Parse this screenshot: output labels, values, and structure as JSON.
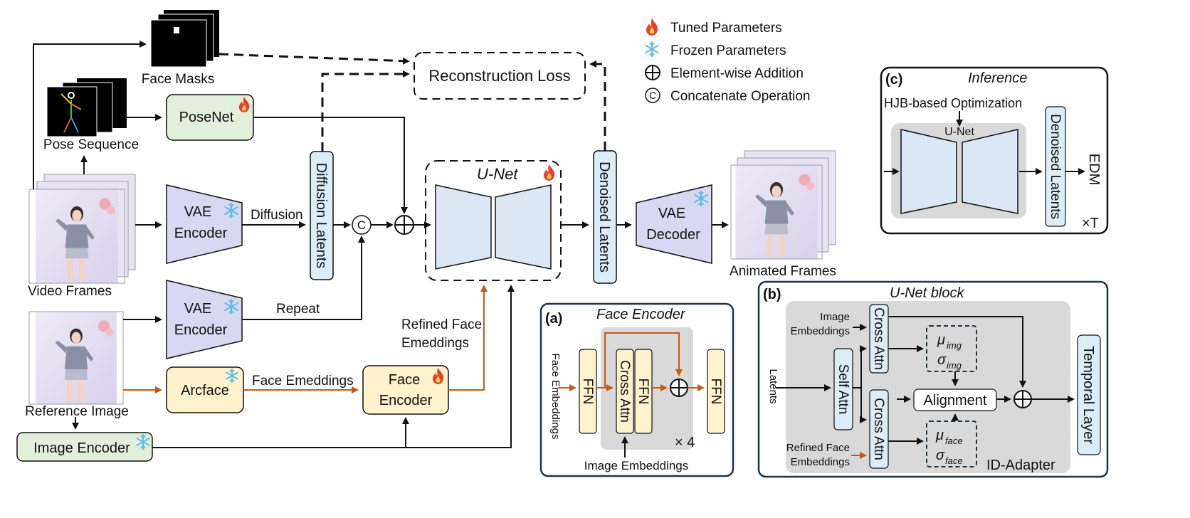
{
  "legend": {
    "tuned": "Tuned Parameters",
    "frozen": "Frozen Parameters",
    "add": "Element-wise Addition",
    "concat": "Concatenate Operation",
    "concat_symbol": "C"
  },
  "inputs": {
    "face_masks": "Face Masks",
    "pose_sequence": "Pose Sequence",
    "video_frames": "Video Frames",
    "reference_image": "Reference Image",
    "animated_frames": "Animated Frames"
  },
  "blocks": {
    "posenet": "PoseNet",
    "reconstruction_loss": "Reconstruction Loss",
    "vae": "VAE",
    "encoder": "Encoder",
    "decoder": "Decoder",
    "diffusion_latents": "Diffusion Latents",
    "denoised_latents": "Denoised Latents",
    "unet": "U-Net",
    "arcface": "Arcface",
    "face": "Face",
    "image_encoder": "Image Encoder"
  },
  "edges": {
    "diffusion": "Diffusion",
    "repeat": "Repeat",
    "refined_face_1": "Refined Face",
    "refined_face_2": "Emeddings",
    "face_emeddings": "Face Emeddings"
  },
  "panel_a": {
    "tag": "(a)",
    "title": "Face Encoder",
    "input": "Face Embeddings",
    "ffn": "FFN",
    "cross_attn": "Cross Attn",
    "repeat": "× 4",
    "image_embeddings": "Image Embeddings"
  },
  "panel_b": {
    "tag": "(b)",
    "title": "U-Net block",
    "image_emb_1": "Image",
    "image_emb_2": "Embeddings",
    "latents": "Latents",
    "self_attn": "Self Attn",
    "cross_attn": "Cross Attn",
    "mu": "μ",
    "sigma": "σ",
    "img": "img",
    "face": "face",
    "alignment": "Alignment",
    "temporal": "Temporal Layer",
    "refined_1": "Refined Face",
    "refined_2": "Embeddings",
    "id_adapter": "ID-Adapter"
  },
  "panel_c": {
    "tag": "(c)",
    "title": "Inference",
    "hjb": "HJB-based Optimization",
    "unet": "U-Net",
    "denoised": "Denoised Latents",
    "edm": "EDM",
    "times_t": "×T"
  },
  "colors": {
    "green_block": "#e2efda",
    "yellow_block": "#fff2cc",
    "lavender_block": "#d9d8f2",
    "light_blue_block": "#dbeef7",
    "unet_trapezoid": "#dce7f5",
    "gray_panel": "#d9d9d9",
    "orange_arrow": "#c55a11",
    "flame": "#e8402a",
    "snowflake": "#5bbde6",
    "panel_border": "#1f3447"
  }
}
